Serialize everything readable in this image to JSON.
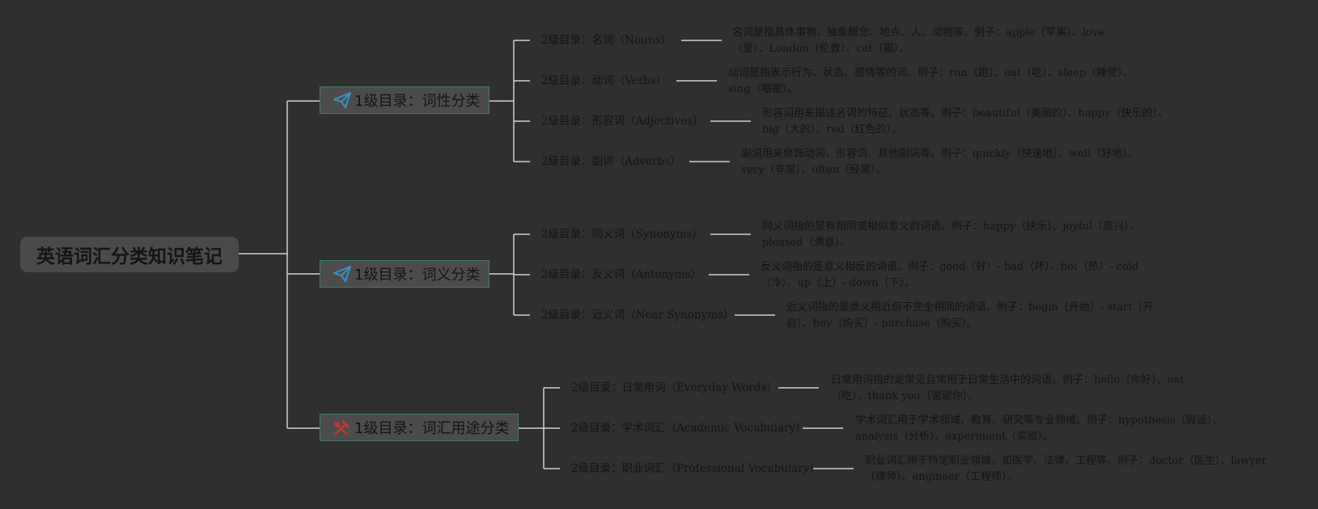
{
  "root": {
    "title": "英语词汇分类知识笔记"
  },
  "branches": [
    {
      "label": "1级目录：词性分类",
      "icon": "paper-plane-icon",
      "icon_color": "#3a8fc9",
      "children": [
        {
          "label": "2级目录：名词（Nouns）",
          "desc": "名词是指具体事物、抽象概念、地点、人、动物等。例子：apple（苹果）、love（爱）、London（伦敦）、cat（猫）。"
        },
        {
          "label": "2级目录：动词（Verbs）",
          "desc": "动词是指表示行为、状态、感情等的词。例子：run（跑）、eat（吃）、sleep（睡觉）、sing（唱歌）。"
        },
        {
          "label": "2级目录：形容词（Adjectives）",
          "desc": "形容词用来描述名词的特征、状态等。例子：beautiful（美丽的）、happy（快乐的）、big（大的）、red（红色的）。"
        },
        {
          "label": "2级目录：副词（Adverbs）",
          "desc": "副词用来修饰动词、形容词、其他副词等。例子：quickly（快速地）、well（好地）、very（非常）、often（经常）。"
        }
      ]
    },
    {
      "label": "1级目录：词义分类",
      "icon": "paper-plane-icon",
      "icon_color": "#3a8fc9",
      "children": [
        {
          "label": "2级目录：同义词（Synonyms）",
          "desc": "同义词指的是有相同或相似意义的词语。例子：happy（快乐）、joyful（高兴）、pleased（满意）。"
        },
        {
          "label": "2级目录：反义词（Antonyms）",
          "desc": "反义词指的是意义相反的词语。例子：good（好）- bad（坏）、hot（热）- cold（冷）、up（上）- down（下）。"
        },
        {
          "label": "2级目录：近义词（Near Synonyms）",
          "desc": "近义词指的是意义相近但不完全相同的词语。例子：begin（开始）- start（开启）、buy（购买）- purchase（购买）。"
        }
      ]
    },
    {
      "label": "1级目录：词汇用途分类",
      "icon": "tools-icon",
      "icon_color": "#c0392b",
      "children": [
        {
          "label": "2级目录：日常用词（Everyday Words）",
          "desc": "日常用词指的是常见且常用于日常生活中的词语。例子：hello（你好）、eat（吃）、thank you（谢谢你）。"
        },
        {
          "label": "2级目录：学术词汇（Academic Vocabulary）",
          "desc": "学术词汇用于学术领域、教育、研究等专业领域。例子：hypothesis（假设）、analysis（分析）、experiment（实验）。"
        },
        {
          "label": "2级目录：职业词汇（Professional Vocabulary）",
          "desc": "职业词汇用于特定职业领域，如医学、法律、工程等。例子：doctor（医生）、lawyer（律师）、engineer（工程师）。"
        }
      ]
    }
  ]
}
